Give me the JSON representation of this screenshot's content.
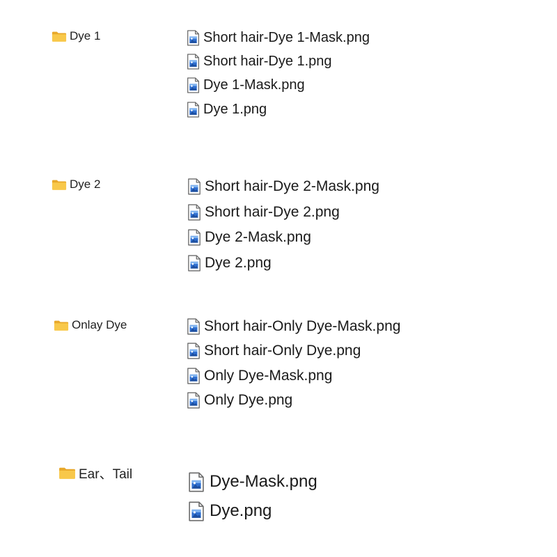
{
  "colors": {
    "folder_body": "#F8C84A",
    "folder_tab": "#E8A82A",
    "file_accent": "#2F6FD0"
  },
  "icons": {
    "folder": "folder-icon",
    "file": "png-file-icon"
  },
  "groups": [
    {
      "folder": "Dye 1",
      "files": [
        "Short hair-Dye 1-Mask.png",
        "Short hair-Dye 1.png",
        "Dye 1-Mask.png",
        "Dye 1.png"
      ]
    },
    {
      "folder": "Dye 2",
      "files": [
        "Short hair-Dye 2-Mask.png",
        "Short hair-Dye 2.png",
        "Dye 2-Mask.png",
        "Dye 2.png"
      ]
    },
    {
      "folder": "Onlay Dye",
      "files": [
        "Short hair-Only Dye-Mask.png",
        "Short hair-Only Dye.png",
        "Only Dye-Mask.png",
        "Only Dye.png"
      ]
    },
    {
      "folder": "Ear、Tail",
      "files": [
        "Dye-Mask.png",
        "Dye.png"
      ]
    }
  ]
}
